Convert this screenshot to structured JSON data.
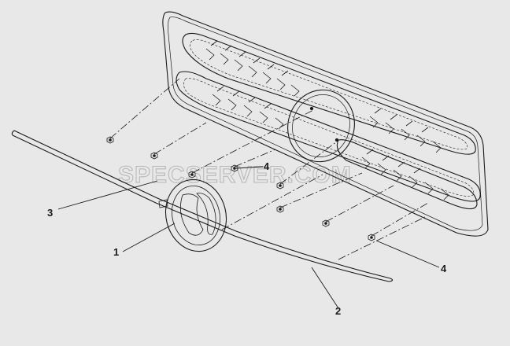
{
  "diagram": {
    "callouts": [
      {
        "id": "c1",
        "label": "1"
      },
      {
        "id": "c2",
        "label": "2"
      },
      {
        "id": "c3",
        "label": "3"
      },
      {
        "id": "c4a",
        "label": "4"
      },
      {
        "id": "c4b",
        "label": "4"
      }
    ],
    "watermark": "SPECSERVER.COM"
  },
  "colors": {
    "background": "#e8e8e8",
    "line": "#1a1a1a",
    "watermark": "#b8b8b8"
  }
}
